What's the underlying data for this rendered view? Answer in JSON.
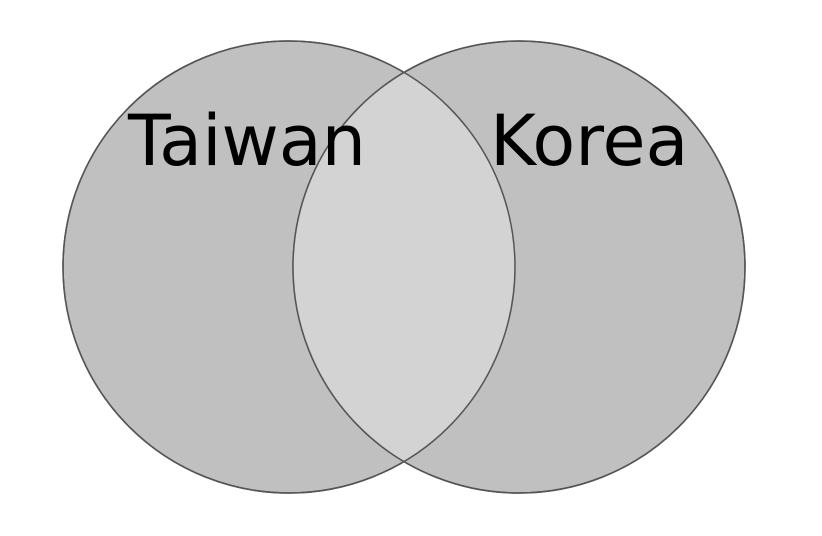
{
  "diagram": {
    "type": "venn",
    "sets": [
      {
        "label": "Taiwan"
      },
      {
        "label": "Korea"
      }
    ],
    "colors": {
      "circle_fill": "#c0c0c0",
      "overlap_fill": "#d3d3d3",
      "circle_stroke": "#555555",
      "background": "#ffffff"
    }
  }
}
